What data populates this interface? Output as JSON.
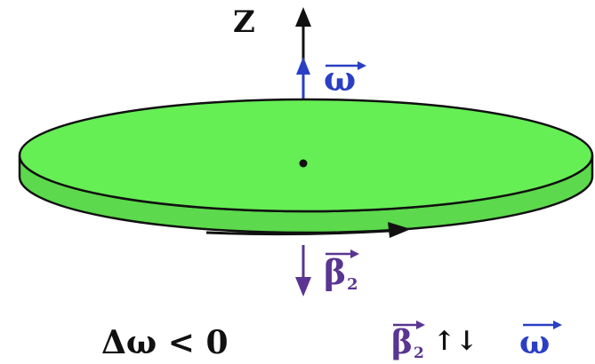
{
  "axis": {
    "label": "Z"
  },
  "vectors": {
    "omega": {
      "symbol": "ω"
    },
    "beta": {
      "symbol": "β",
      "subscript": "2"
    }
  },
  "formula_left": {
    "text": "Δω < 0"
  },
  "formula_right": {
    "beta_symbol": "β",
    "beta_subscript": "2",
    "relation": "↑↓",
    "omega_symbol": "ω"
  },
  "colors": {
    "disk_fill": "#66ee55",
    "disk_edge": "#111111",
    "omega_vector": "#2a3fc4",
    "beta_vector": "#5a3591",
    "axis": "#111111",
    "text_black": "#111111"
  }
}
